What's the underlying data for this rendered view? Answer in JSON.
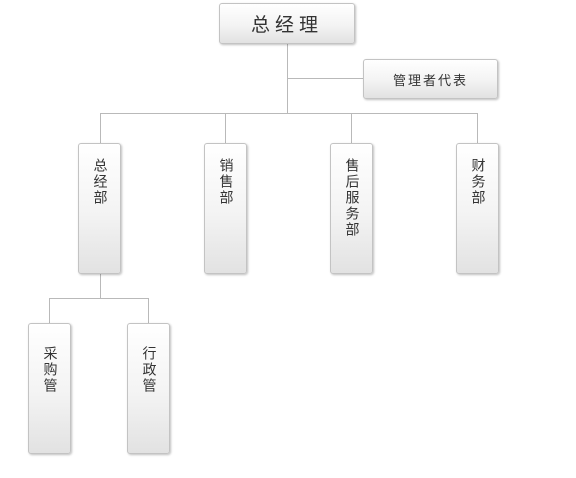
{
  "org_chart": {
    "root": {
      "label": "总经理"
    },
    "assistant": {
      "label": "管理者代表"
    },
    "departments": [
      {
        "label": "总经部"
      },
      {
        "label": "销售部"
      },
      {
        "label": "售后服务部"
      },
      {
        "label": "财务部"
      }
    ],
    "sub_units": [
      {
        "label": "采购管"
      },
      {
        "label": "行政管"
      }
    ]
  }
}
